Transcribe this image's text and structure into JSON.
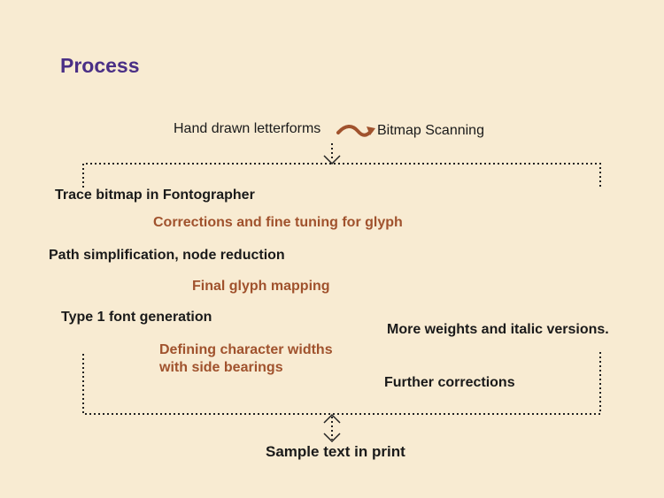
{
  "title": "Process",
  "input_step": "Hand drawn letterforms",
  "scan_step": "Bitmap Scanning",
  "steps": {
    "trace": "Trace bitmap in Fontographer",
    "corrections": "Corrections and fine tuning for glyph",
    "simplify": "Path simplification, node reduction",
    "mapping": "Final glyph mapping",
    "type1": "Type 1 font generation",
    "widths_line1": "Defining character widths",
    "widths_line2": "with side bearings",
    "weights": "More weights and italic versions.",
    "further": "Further corrections"
  },
  "output_step": "Sample text in print",
  "colors": {
    "background": "#f8ebd2",
    "title": "#4a2f86",
    "accent": "#a0522d",
    "text": "#1a1a1a",
    "connector": "#222222"
  }
}
